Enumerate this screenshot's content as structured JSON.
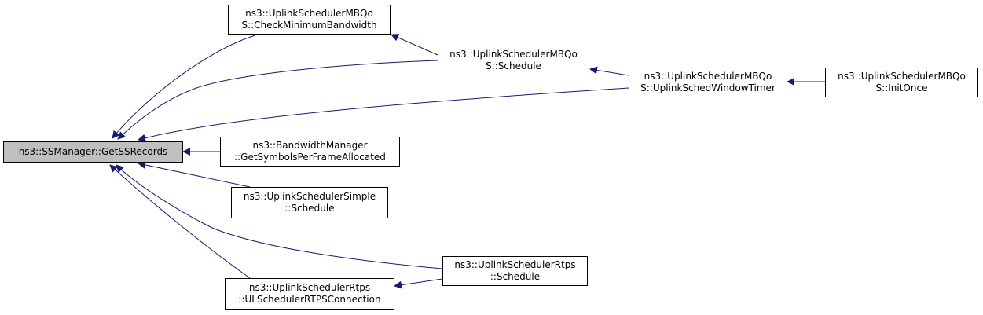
{
  "colors": {
    "edge": "#191970",
    "root_fill": "#bfbfbf",
    "node_fill": "#ffffff",
    "border": "#000000"
  },
  "nodes": {
    "get_ss_records": {
      "line1": "ns3::SSManager::GetSSRecords",
      "line2": ""
    },
    "check_min_bw": {
      "line1": "ns3::UplinkSchedulerMBQo",
      "line2": "S::CheckMinimumBandwidth"
    },
    "mbqos_schedule": {
      "line1": "ns3::UplinkSchedulerMBQo",
      "line2": "S::Schedule"
    },
    "window_timer": {
      "line1": "ns3::UplinkSchedulerMBQo",
      "line2": "S::UplinkSchedWindowTimer"
    },
    "init_once": {
      "line1": "ns3::UplinkSchedulerMBQo",
      "line2": "S::InitOnce"
    },
    "bw_symbols": {
      "line1": "ns3::BandwidthManager",
      "line2": "::GetSymbolsPerFrameAllocated"
    },
    "simple_schedule": {
      "line1": "ns3::UplinkSchedulerSimple",
      "line2": "::Schedule"
    },
    "rtps_schedule": {
      "line1": "ns3::UplinkSchedulerRtps",
      "line2": "::Schedule"
    },
    "rtps_connection": {
      "line1": "ns3::UplinkSchedulerRtps",
      "line2": "::ULSchedulerRTPSConnection"
    }
  }
}
